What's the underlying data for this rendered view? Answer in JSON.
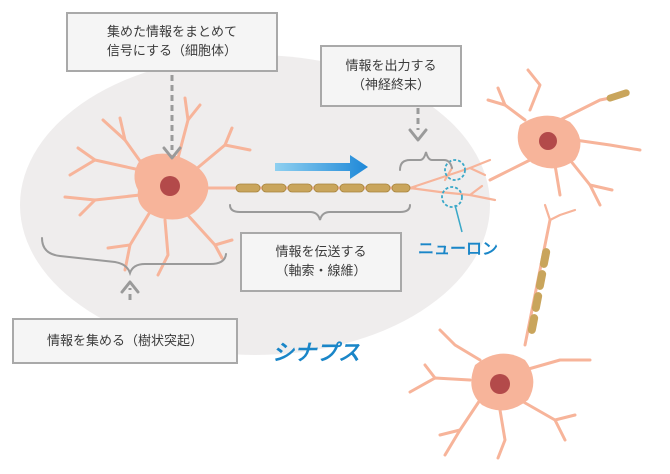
{
  "labels": {
    "soma": {
      "line1": "集めた情報をまとめて",
      "line2": "信号にする（細胞体）"
    },
    "terminal": {
      "line1": "情報を出力する",
      "line2": "（神経終末）"
    },
    "axon": {
      "line1": "情報を伝送する",
      "line2": "（軸索・線維）"
    },
    "dendrite": {
      "line1": "情報を集める（樹状突起）"
    }
  },
  "neuron_label": "ニューロン",
  "synapse_label": "シナプス",
  "colors": {
    "cell_body": "#f7b49a",
    "nucleus": "#b34a4a",
    "myelin": "#c9a55c",
    "signal_arrow": "#1e88d8",
    "blue_text": "#1a86c8",
    "bracket": "#9a9a9a",
    "ellipse_bg": "#f0eeee"
  }
}
